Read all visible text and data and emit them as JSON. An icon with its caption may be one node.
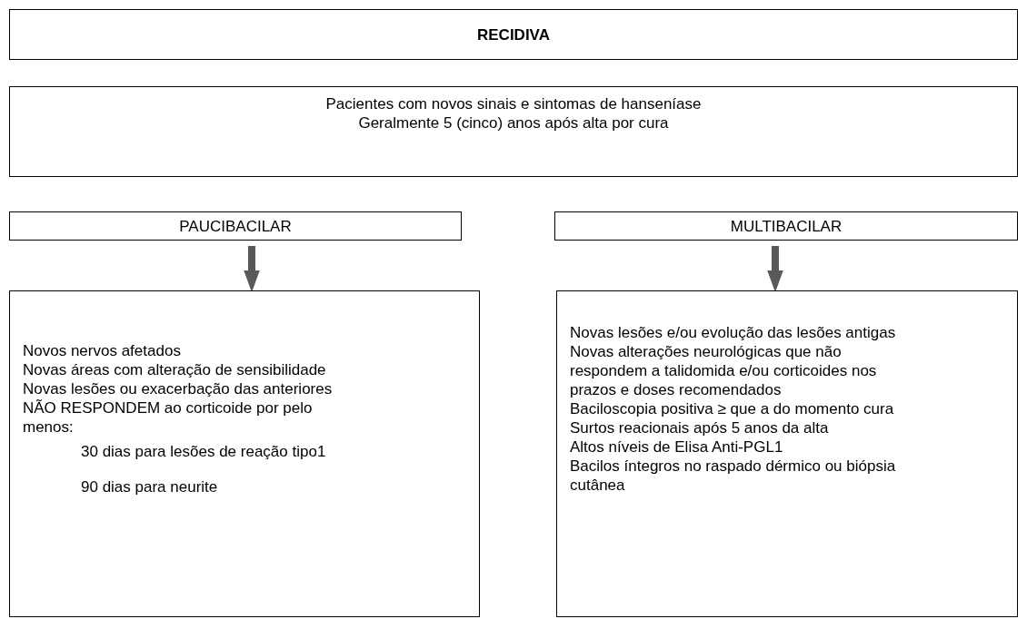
{
  "diagram": {
    "nodes": [
      {
        "text": [
          "RECIDIVA"
        ]
      },
      {
        "text": [
          "Pacientes com novos sinais e sintomas de hanseníase",
          "Geralmente 5 (cinco) anos após alta por cura"
        ]
      },
      {
        "text": [
          "PAUCIBACILAR"
        ]
      },
      {
        "text": [
          "MULTIBACILAR"
        ]
      },
      {
        "text": [
          "Novos nervos afetados",
          "Novas áreas com alteração de sensibilidade",
          "Novas lesões ou exacerbação das anteriores",
          "NÃO RESPONDEM ao corticoide por pelo menos:",
          "30 dias para lesões de reação tipo1",
          "90 dias para neurite"
        ]
      },
      {
        "text": [
          "Novas lesões e/ou evolução das lesões antigas",
          "Novas alterações neurológicas que não respondem a talidomida e/ou corticoides nos prazos e doses recomendados",
          "Baciloscopia positiva ≥ que a do momento cura",
          "Surtos reacionais após 5 anos da alta",
          "Altos níveis de Elisa Anti-PGL1",
          "Bacilos íntegros no raspado dérmico ou biópsia cutânea"
        ]
      }
    ],
    "edges": [
      {
        "from": 2,
        "to": 4,
        "arrow": "to"
      },
      {
        "from": 3,
        "to": 5,
        "arrow": "to"
      }
    ]
  }
}
